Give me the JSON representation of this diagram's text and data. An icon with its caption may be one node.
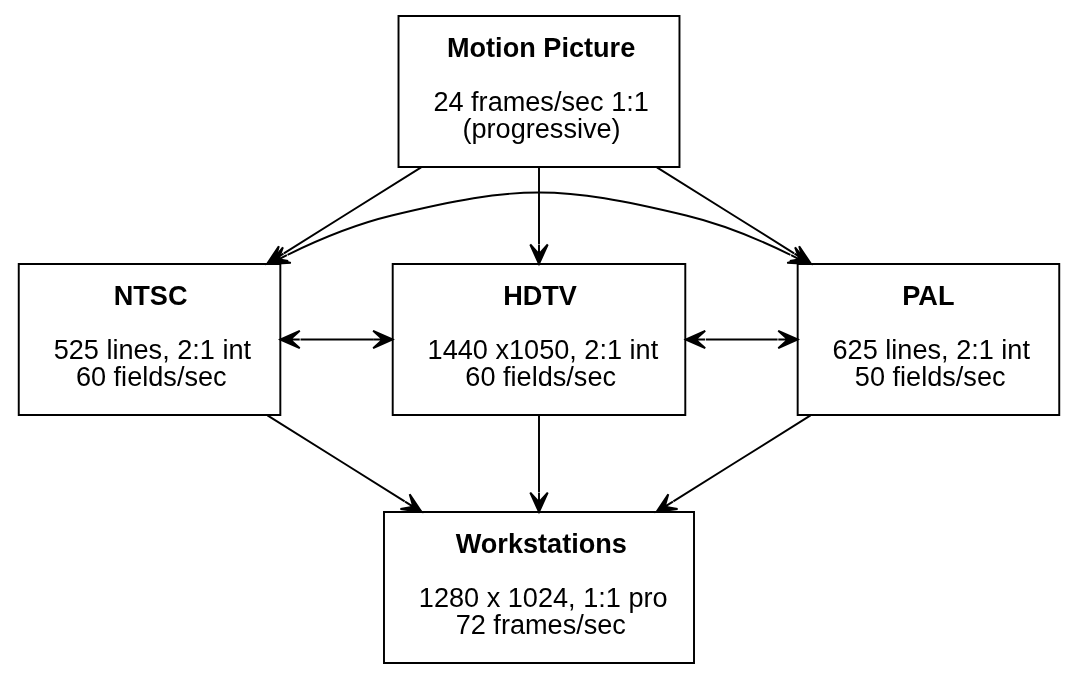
{
  "diagram": {
    "nodes": [
      {
        "text": [
          "Motion Picture",
          "24 frames/sec 1:1 (progressive)"
        ]
      },
      {
        "text": [
          "NTSC",
          "525 lines, 2:1 int 60 fields/sec"
        ]
      },
      {
        "text": [
          "HDTV",
          "1440 x1050, 2:1 int 60 fields/sec"
        ]
      },
      {
        "text": [
          "PAL",
          "625 lines, 2:1 int 50 fields/sec"
        ]
      },
      {
        "text": [
          "Workstations",
          "1280 x 1024, 1:1 pro 72 frames/sec"
        ]
      }
    ],
    "edges": [
      {
        "from": 0,
        "to": 1,
        "arrow": "to"
      },
      {
        "from": 0,
        "to": 2,
        "arrow": "to"
      },
      {
        "from": 0,
        "to": 3,
        "arrow": "to"
      },
      {
        "from": 1,
        "to": 2,
        "arrow": "both"
      },
      {
        "from": 2,
        "to": 3,
        "arrow": "both"
      },
      {
        "from": 1,
        "to": 3,
        "arrow": "both"
      },
      {
        "from": 2,
        "to": 4,
        "arrow": "to"
      },
      {
        "from": 1,
        "to": 4,
        "arrow": "to"
      },
      {
        "from": 3,
        "to": 4,
        "arrow": "to"
      }
    ]
  }
}
